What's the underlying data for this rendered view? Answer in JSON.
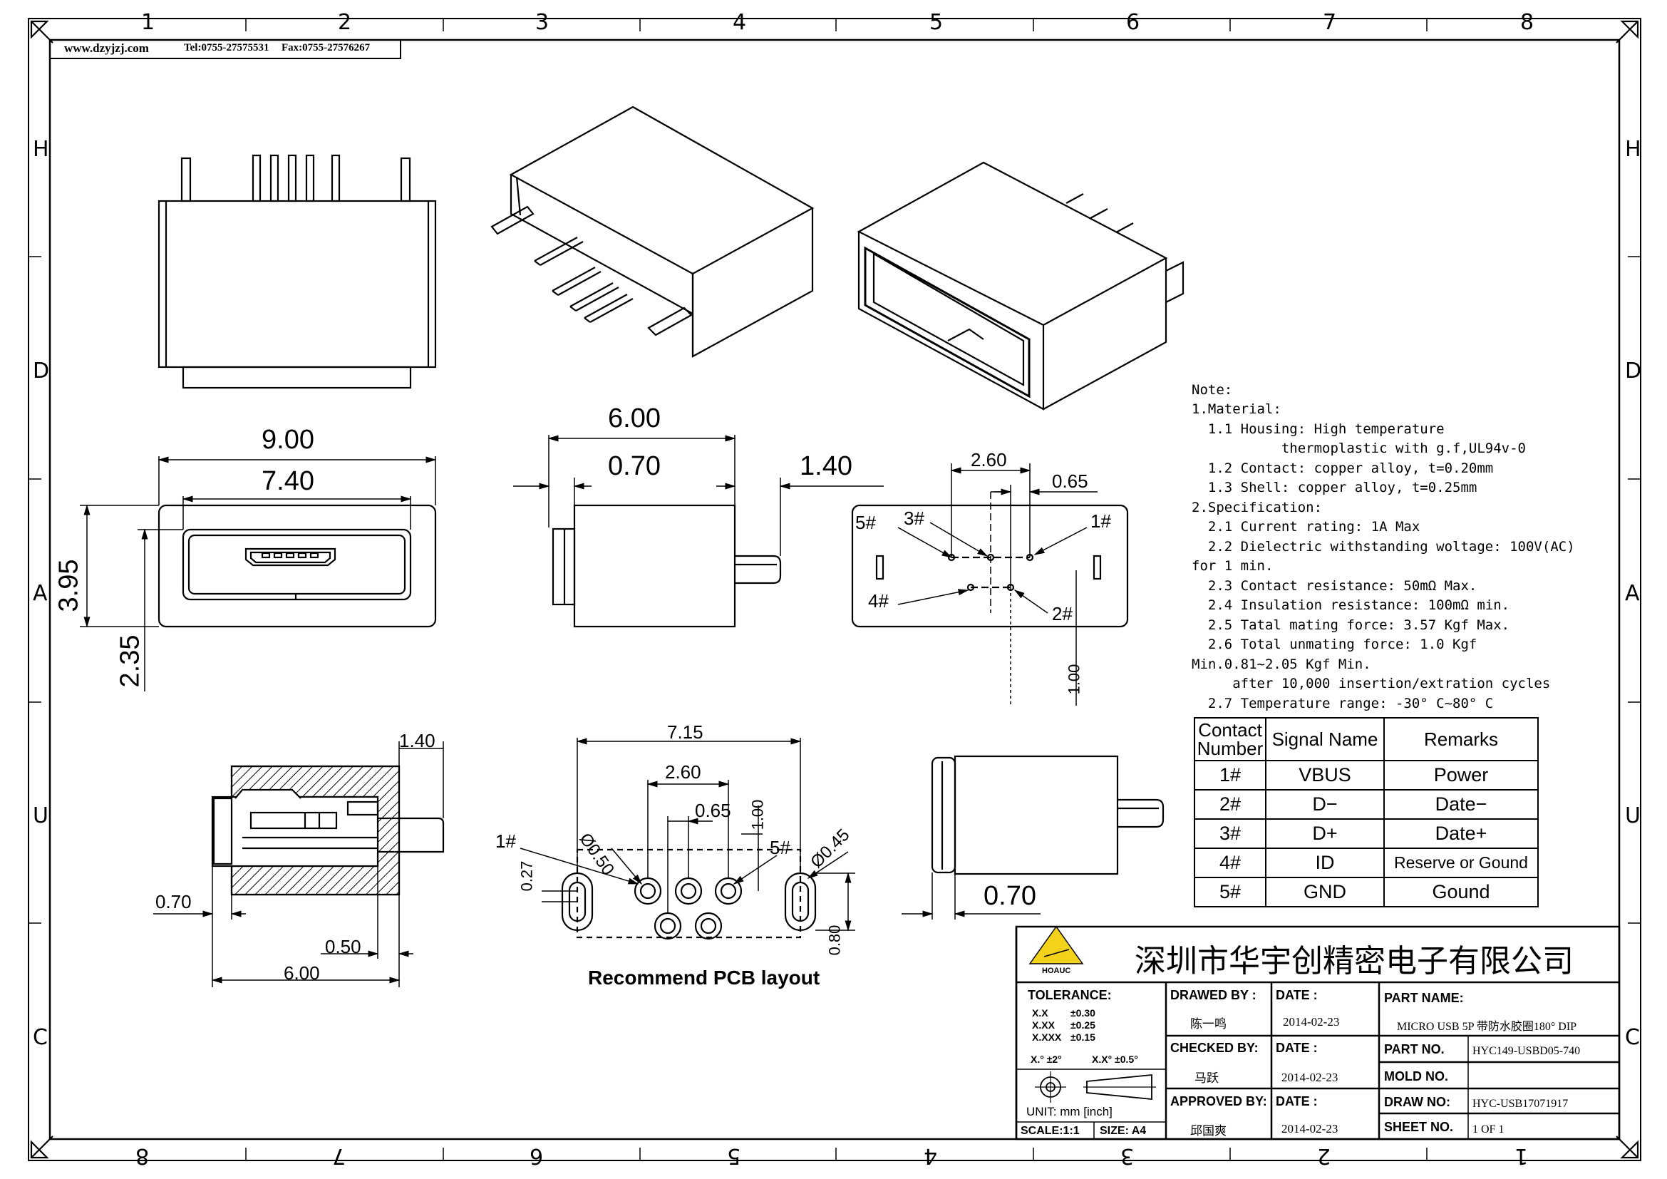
{
  "header": {
    "website": "www.dzyjzj.com",
    "tel": "Tel:0755-27575531",
    "fax": "Fax:0755-27576267"
  },
  "grid": {
    "columns_top": [
      "1",
      "2",
      "3",
      "4",
      "5",
      "6",
      "7",
      "8"
    ],
    "columns_bottom": [
      "8",
      "7",
      "6",
      "5",
      "4",
      "3",
      "2",
      "1"
    ],
    "rows_left": [
      "H",
      "D",
      "A",
      "U",
      "C"
    ],
    "rows_right": [
      "H",
      "D",
      "A",
      "U",
      "C"
    ]
  },
  "dimensions": {
    "front_width": "9.00",
    "front_inner_width": "7.40",
    "front_height": "3.95",
    "front_offset": "2.35",
    "side_depth": "6.00",
    "side_shell": "0.70",
    "side_pin": "1.40",
    "fp_pitch_wide": "2.60",
    "fp_pitch": "0.65",
    "fp_row_gap": "1.00",
    "pin1": "1#",
    "pin2": "2#",
    "pin3": "3#",
    "pin4": "4#",
    "pin5": "5#",
    "sec_pin": "1.40",
    "sec_offset": "0.70",
    "sec_lip": "0.50",
    "sec_depth": "6.00",
    "pcb_width": "7.15",
    "pcb_pitch_wide": "2.60",
    "pcb_pitch": "0.65",
    "pcb_row_gap": "1.00",
    "pcb_pin1": "1#",
    "pcb_pin5": "5#",
    "pcb_hole": "Ø0.50",
    "pcb_slot": "Ø0.45",
    "pcb_offset": "0.27",
    "pcb_slot_height": "0.80",
    "pcb_caption": "Recommend PCB layout",
    "rear_offset": "0.70"
  },
  "notes": [
    "Note:",
    "1.Material:",
    "  1.1 Housing: High temperature",
    "           thermoplastic with g.f,UL94v-0",
    "  1.2 Contact: copper alloy, t=0.20mm",
    "  1.3 Shell: copper alloy, t=0.25mm",
    "2.Specification:",
    "  2.1 Current rating: 1A Max",
    "  2.2 Dielectric withstanding woltage: 100V(AC)",
    "for 1 min.",
    "  2.3 Contact resistance: 50mΩ Max.",
    "  2.4 Insulation resistance: 100mΩ min.",
    "  2.5 Tatal mating force: 3.57 Kgf Max.",
    "  2.6 Total unmating force: 1.0 Kgf",
    "Min.0.81~2.05 Kgf Min.",
    "     after 10,000 insertion/extration cycles",
    "  2.7 Temperature range: -30° C~80° C"
  ],
  "signal_table": {
    "headers": [
      "Contact Number",
      "Signal Name",
      "Remarks"
    ],
    "rows": [
      [
        "1#",
        "VBUS",
        "Power"
      ],
      [
        "2#",
        "D−",
        "Date−"
      ],
      [
        "3#",
        "D+",
        "Date+"
      ],
      [
        "4#",
        "ID",
        "Reserve or Gound"
      ],
      [
        "5#",
        "GND",
        "Gound"
      ]
    ]
  },
  "title_block": {
    "company": "深圳市华宇创精密电子有限公司",
    "logo_text": "HOAUC",
    "tolerance_label": "TOLERANCE:",
    "tol_x": "X.X",
    "tol_x_val": "±0.30",
    "tol_xx": "X.XX",
    "tol_xx_val": "±0.25",
    "tol_xxx": "X.XXX",
    "tol_xxx_val": "±0.15",
    "tol_ang1": "X.° ±2°",
    "tol_ang2": "X.X° ±0.5°",
    "unit": "UNIT: mm [inch]",
    "scale": "SCALE:1:1",
    "size": "SIZE: A4",
    "drawed_by_label": "DRAWED BY :",
    "drawed_by": "陈一鸣",
    "checked_by_label": "CHECKED BY:",
    "checked_by": "马跃",
    "approved_by_label": "APPROVED BY:",
    "approved_by": "邱国爽",
    "date_label": "DATE :",
    "date1": "2014-02-23",
    "date2": "2014-02-23",
    "date3": "2014-02-23",
    "part_name_label": "PART NAME:",
    "part_name": "MICRO USB 5P 带防水胶圈180° DIP",
    "part_no_label": "PART NO.",
    "part_no": "HYC149-USBD05-740",
    "mold_no_label": "MOLD NO.",
    "mold_no": "",
    "draw_no_label": "DRAW NO:",
    "draw_no": "HYC-USB17071917",
    "sheet_no_label": "SHEET NO.",
    "sheet_no": "1 OF 1"
  },
  "colors": {
    "line": "#000000",
    "logo": "#f2d21a",
    "hatch": "#000000"
  }
}
